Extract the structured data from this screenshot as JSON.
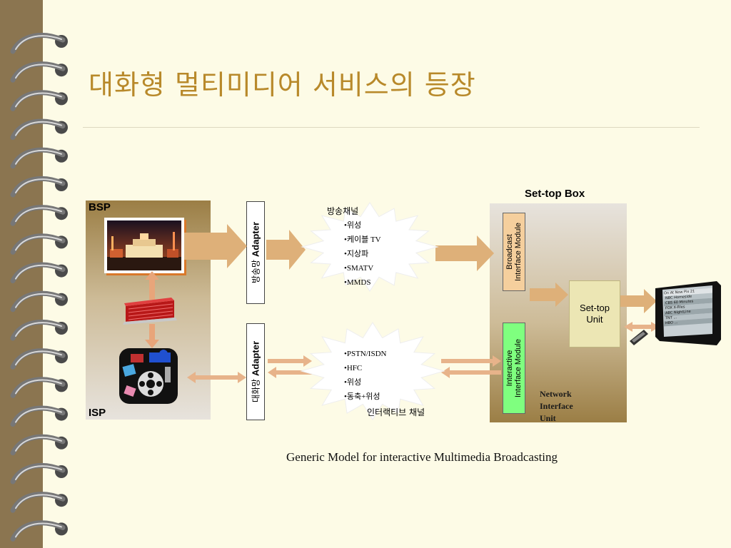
{
  "title": "대화형 멀티미디어 서비스의 등장",
  "diagram": {
    "bsp_label": "BSP",
    "isp_label": "ISP",
    "broadcast_adapter": {
      "prefix": "방송망 ",
      "name": "Adapter"
    },
    "interactive_adapter": {
      "prefix": "대화망 ",
      "name": "Adapter"
    },
    "broadcast_channel": {
      "title": "방송채널",
      "items": [
        "•위성",
        "•케이블 TV",
        "•지상파",
        "•SMATV",
        "•MMDS"
      ]
    },
    "interactive_channel": {
      "title": "인터랙티브 채널",
      "items": [
        "•PSTN/ISDN",
        "•HFC",
        "•위성",
        "•동축+위성"
      ]
    },
    "settop_box_label": "Set-top Box",
    "broadcast_module_label": "Broadcast\nInterface Module",
    "interactive_module_label": "Interactive\nInterface Module",
    "set_top_unit_label": "Set-top\nUnit",
    "network_interface_unit_label": "Network\nInterface\nUnit",
    "caption": "Generic Model for interactive Multimedia Broadcasting",
    "tv_screen": {
      "header": "On At Now    Pix 21",
      "rows": [
        "NBC  Homeside",
        "CBS  60 Minutes",
        "FOX  X-Files",
        "ABC  NightLine",
        "TNT  ...",
        "HBO  ..."
      ]
    },
    "colors": {
      "title": "#b8892a",
      "broadcast_module": "#f5cf9d",
      "interactive_module": "#7fff7f",
      "arrow": "#deb079",
      "panel_dark": "#9b7e45"
    }
  }
}
